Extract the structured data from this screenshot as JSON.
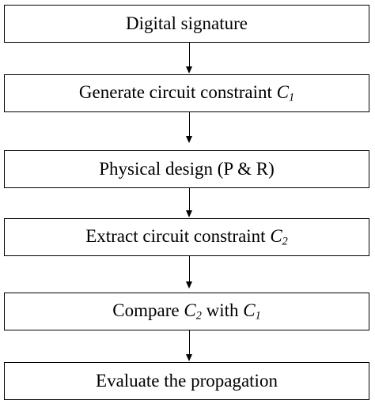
{
  "steps": [
    {
      "text": "Digital signature"
    },
    {
      "text_before": "Generate circuit constraint ",
      "var": "C",
      "sub": "1"
    },
    {
      "text": "Physical design (P & R)"
    },
    {
      "text_before": "Extract circuit constraint ",
      "var": "C",
      "sub": "2"
    },
    {
      "text_before": "Compare ",
      "var1": "C",
      "sub1": "2",
      "text_mid": " with ",
      "var2": "C",
      "sub2": "1"
    },
    {
      "text": "Evaluate the propagation"
    }
  ],
  "colors": {
    "border": "#000000",
    "text": "#000000",
    "background": "#ffffff"
  }
}
